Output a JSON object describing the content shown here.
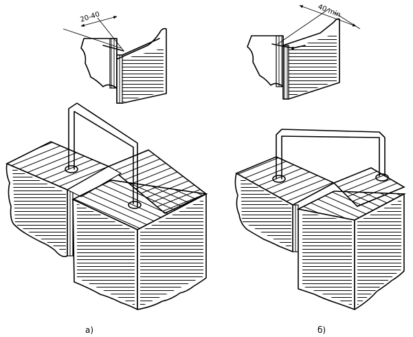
{
  "figures": [
    {
      "label": "а)",
      "dimension": "20-40"
    },
    {
      "label": "б)",
      "dimension": "40 min"
    }
  ]
}
